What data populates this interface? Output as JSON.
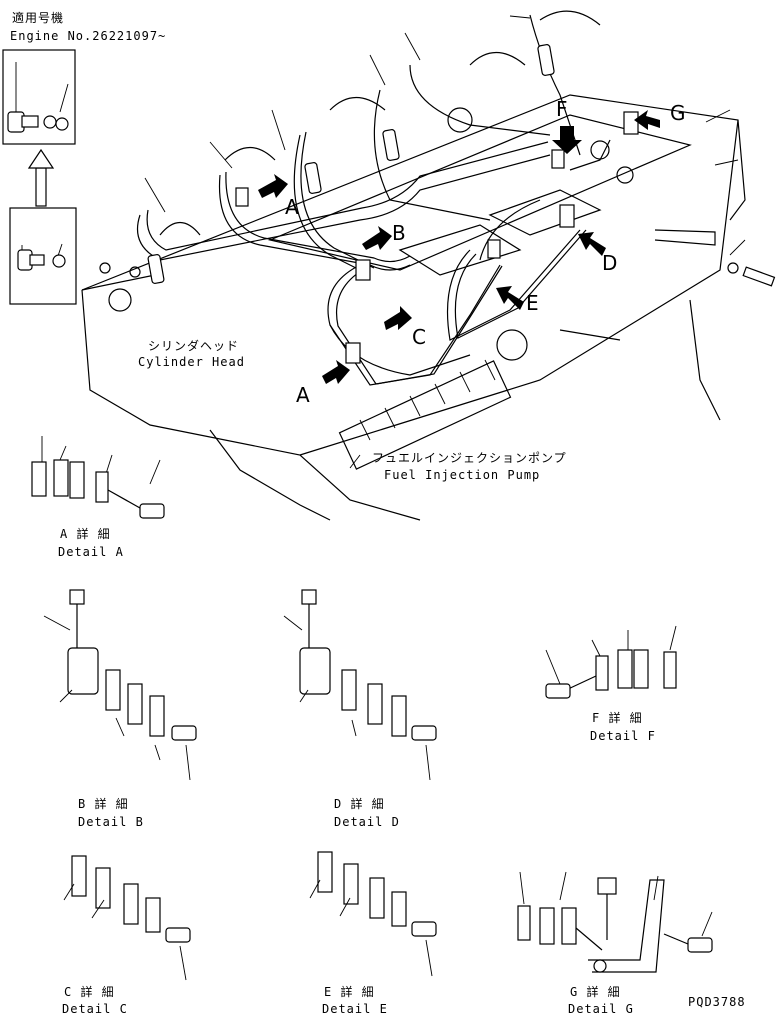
{
  "applicability": {
    "label_jp": "適用号機",
    "label_en": "Engine No.26221097~"
  },
  "callouts": {
    "A": "A",
    "B": "B",
    "C": "C",
    "D": "D",
    "E": "E",
    "F": "F",
    "G": "G",
    "A2": "A"
  },
  "components": {
    "cylinder_head_jp": "シリンダヘッド",
    "cylinder_head_en": "Cylinder Head",
    "pump_jp": "フュエルインジェクションポンプ",
    "pump_en": "Fuel Injection Pump"
  },
  "details": {
    "A": {
      "jp": "A 詳 細",
      "en": "Detail A"
    },
    "B": {
      "jp": "B 詳 細",
      "en": "Detail B"
    },
    "C": {
      "jp": "C 詳 細",
      "en": "Detail C"
    },
    "D": {
      "jp": "D 詳 細",
      "en": "Detail D"
    },
    "E": {
      "jp": "E 詳 細",
      "en": "Detail E"
    },
    "F": {
      "jp": "F 詳 細",
      "en": "Detail F"
    },
    "G": {
      "jp": "G 詳 細",
      "en": "Detail G"
    }
  },
  "drawing_number": "PQD3788"
}
